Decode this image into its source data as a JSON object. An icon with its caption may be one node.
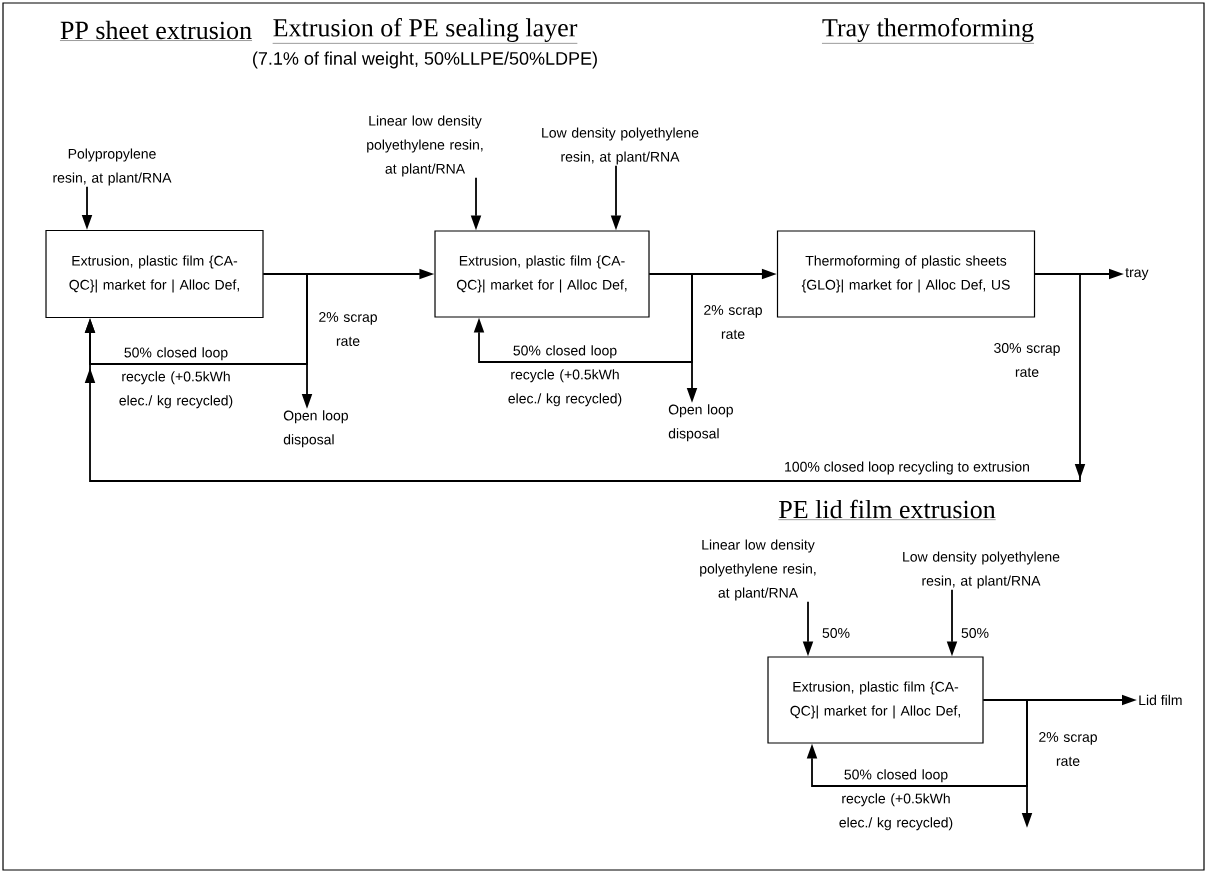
{
  "diagram": {
    "nodes": [
      {
        "text": [
          "Polypropylene resin, at plant/RNA"
        ]
      },
      {
        "text": [
          "Extrusion, plastic film {CA-QC}| market for | Alloc Def,"
        ]
      },
      {
        "text": [
          "Linear low density polyethylene resin, at plant/RNA"
        ]
      },
      {
        "text": [
          "Low density polyethylene resin, at plant/RNA"
        ]
      },
      {
        "text": [
          "Extrusion, plastic film {CA-QC}| market for | Alloc Def,"
        ]
      },
      {
        "text": [
          "Open loop disposal"
        ]
      },
      {
        "text": [
          "Thermoforming of plastic sheets {GLO}| market for | Alloc Def, US"
        ]
      },
      {
        "text": [
          "Open loop disposal"
        ]
      },
      {
        "text": [
          "tray"
        ]
      },
      {
        "text": [
          "Linear low density polyethylene resin, at plant/RNA"
        ]
      },
      {
        "text": [
          "Low density polyethylene resin, at plant/RNA"
        ]
      },
      {
        "text": [
          "Extrusion, plastic film {CA-QC}| market for | Alloc Def,"
        ]
      },
      {
        "text": [
          "Lid film"
        ]
      }
    ],
    "edges": [
      {
        "from": 0,
        "to": 1,
        "arrow": "to"
      },
      {
        "from": 1,
        "to": 4,
        "arrow": "to"
      },
      {
        "from": 1,
        "to": 5,
        "arrow": "to",
        "label": "2% scrap rate"
      },
      {
        "from": 1,
        "to": 1,
        "arrow": "to",
        "label": "50% closed loop recycle (+0.5kWh elec./ kg recycled)"
      },
      {
        "from": 2,
        "to": 4,
        "arrow": "to"
      },
      {
        "from": 3,
        "to": 4,
        "arrow": "to"
      },
      {
        "from": 4,
        "to": 6,
        "arrow": "to"
      },
      {
        "from": 4,
        "to": 7,
        "arrow": "to",
        "label": "2% scrap rate"
      },
      {
        "from": 4,
        "to": 4,
        "arrow": "to",
        "label": "50% closed loop recycle (+0.5kWh elec./ kg recycled)"
      },
      {
        "from": 6,
        "to": 8,
        "arrow": "to"
      },
      {
        "from": 6,
        "to": 1,
        "arrow": "to",
        "label": "100% closed loop recycling to extrusion"
      },
      {
        "from": 9,
        "to": 11,
        "arrow": "to",
        "label": "50%"
      },
      {
        "from": 10,
        "to": 11,
        "arrow": "to",
        "label": "50%"
      },
      {
        "from": 11,
        "to": 12,
        "arrow": "to"
      },
      {
        "from": 11,
        "to": null,
        "arrow": "to",
        "label": "2% scrap rate"
      },
      {
        "from": 11,
        "to": 11,
        "arrow": "to",
        "label": "50% closed loop recycle (+0.5kWh elec./ kg recycled)"
      }
    ],
    "labels": [
      "PP sheet extrusion",
      "Extrusion of PE sealing layer",
      "(7.1% of final weight, 50%LLPE/50%LDPE)",
      "Tray thermoforming",
      "30% scrap rate",
      "PE lid film extrusion"
    ]
  }
}
